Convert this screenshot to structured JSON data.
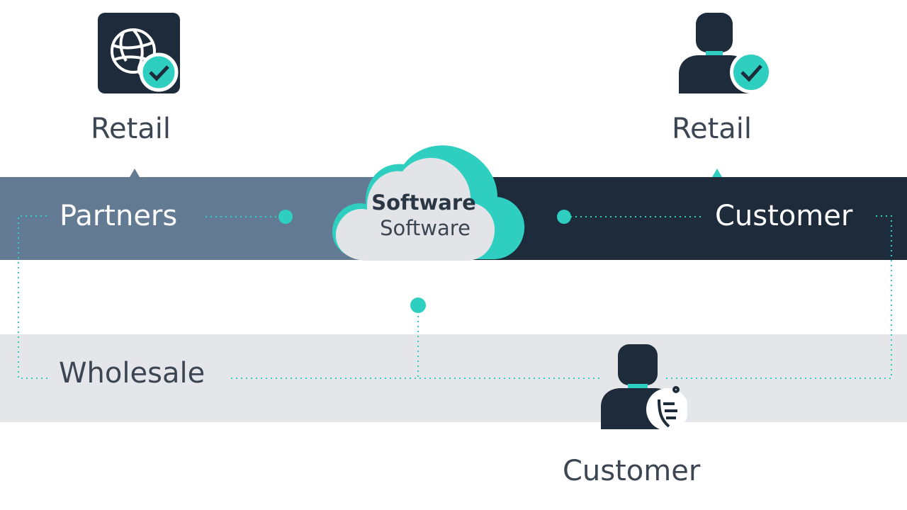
{
  "nodes": {
    "retail_left": {
      "label": "Retail",
      "icon": "globe-check-icon"
    },
    "retail_right": {
      "label": "Retail",
      "icon": "user-check-icon"
    },
    "partners": {
      "label": "Partners"
    },
    "customer_right": {
      "label": "Customer"
    },
    "wholesale": {
      "label": "Wholesale"
    },
    "customer_bottom": {
      "label": "Customer",
      "icon": "user-hand-icon"
    }
  },
  "cloud": {
    "title": "Software",
    "subtitle": "Software",
    "icon": "cloud-icon"
  },
  "colors": {
    "accent": "#2ecfc0",
    "band_left": "#637a93",
    "band_right": "#1d2b3a",
    "band_wholesale": "#e4e6e9",
    "icon_dark": "#1d2b3a",
    "text_dark": "#3c4653"
  }
}
